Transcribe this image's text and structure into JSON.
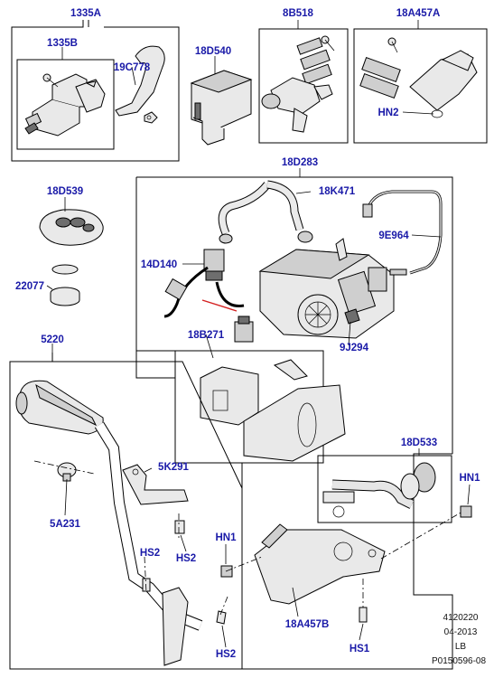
{
  "parts": {
    "p1335A": "1335A",
    "p1335B": "1335B",
    "p19C778": "19C778",
    "p18D540": "18D540",
    "p8B518": "8B518",
    "p18A457A": "18A457A",
    "pHN2_top": "HN2",
    "p18D283": "18D283",
    "p18K471": "18K471",
    "p9E964": "9E964",
    "p14D140": "14D140",
    "p9J294": "9J294",
    "p18B271": "18B271",
    "p18D539": "18D539",
    "p22077": "22077",
    "p5220": "5220",
    "p5K291": "5K291",
    "p5A231": "5A231",
    "pHS2_left": "HS2",
    "pHS2_mid": "HS2",
    "pHN1_mid": "HN1",
    "pHN1_right": "HN1",
    "p18D533": "18D533",
    "p18A457B": "18A457B",
    "pHS1": "HS1",
    "pHS2_bottom": "HS2"
  },
  "footer": {
    "code": "4120220",
    "date": "04-2013",
    "region": "LB",
    "ref": "P0150596-08"
  },
  "colors": {
    "label": "#1a1aa8",
    "line": "#000000",
    "highlight_arrow": "#d42020"
  }
}
